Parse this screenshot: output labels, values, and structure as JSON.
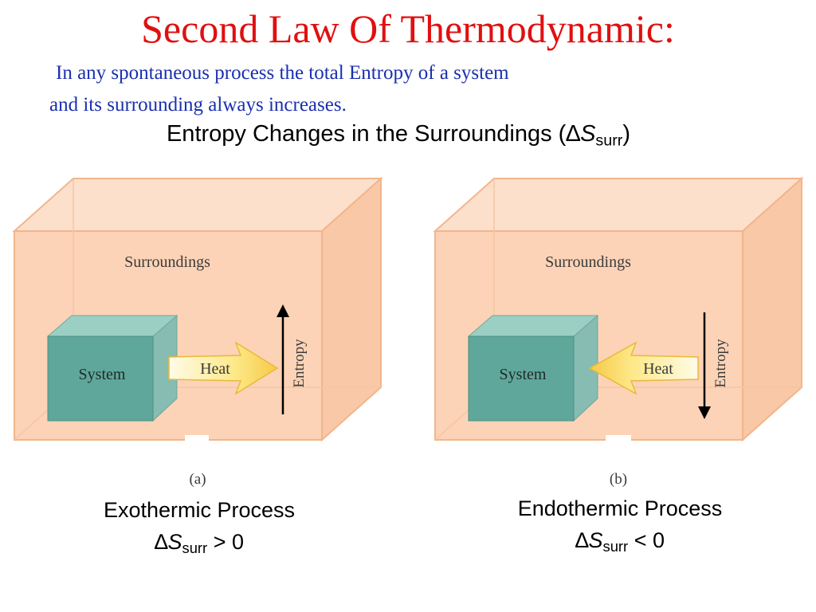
{
  "title": "Second Law Of Thermodynamic:",
  "statement": {
    "line1": "In any spontaneous process the total Entropy of a system",
    "line2": "and its surrounding always increases."
  },
  "subtitle": {
    "text": "Entropy Changes in the Surroundings (",
    "delta": "∆",
    "symbol": "S",
    "subscript": "surr",
    "close": ")"
  },
  "panels": [
    {
      "letter": "(a)",
      "surroundings_label": "Surroundings",
      "system_label": "System",
      "heat_label": "Heat",
      "entropy_label": "Entropy",
      "heat_direction": "out",
      "entropy_direction": "up",
      "process": "Exothermic Process",
      "relation": "> 0"
    },
    {
      "letter": "(b)",
      "surroundings_label": "Surroundings",
      "system_label": "System",
      "heat_label": "Heat",
      "entropy_label": "Entropy",
      "heat_direction": "in",
      "entropy_direction": "down",
      "process": "Endothermic Process",
      "relation": "< 0"
    }
  ],
  "symbols": {
    "delta": "∆",
    "S": "S",
    "subscript": "surr"
  },
  "colors": {
    "title": "#e01010",
    "statement": "#1a2fb0",
    "surroundings_fill": "#fcd3b6",
    "surroundings_edge": "#f2b58c",
    "system_front": "#5fa79a",
    "system_top": "#9ccfc4",
    "system_side": "#86bcb1",
    "heat_arrow": "#fbe9a0"
  }
}
